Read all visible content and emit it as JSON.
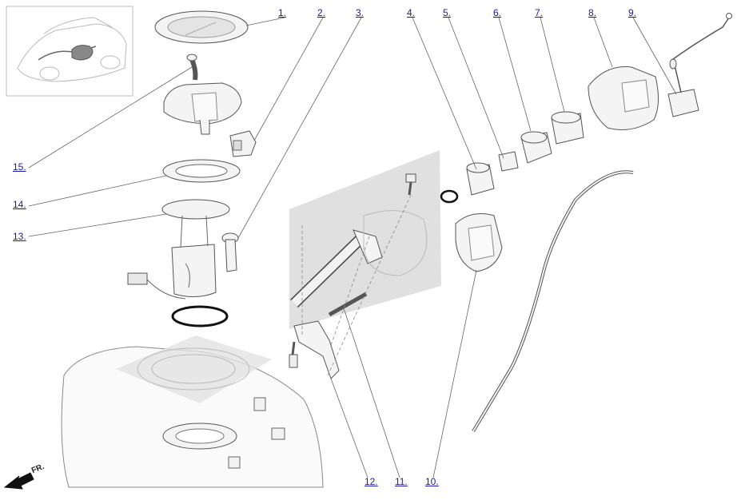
{
  "diagram": {
    "callouts": [
      {
        "id": "c1",
        "label": "1."
      },
      {
        "id": "c2",
        "label": "2."
      },
      {
        "id": "c3",
        "label": "3."
      },
      {
        "id": "c4",
        "label": "4."
      },
      {
        "id": "c5",
        "label": "5."
      },
      {
        "id": "c6",
        "label": "6."
      },
      {
        "id": "c7",
        "label": "7."
      },
      {
        "id": "c8",
        "label": "8."
      },
      {
        "id": "c9",
        "label": "9."
      },
      {
        "id": "c10",
        "label": "10."
      },
      {
        "id": "c11",
        "label": "11."
      },
      {
        "id": "c12",
        "label": "12."
      },
      {
        "id": "c13",
        "label": "13."
      },
      {
        "id": "c14",
        "label": "14."
      },
      {
        "id": "c15",
        "label": "15."
      }
    ],
    "direction_label": "FR."
  }
}
